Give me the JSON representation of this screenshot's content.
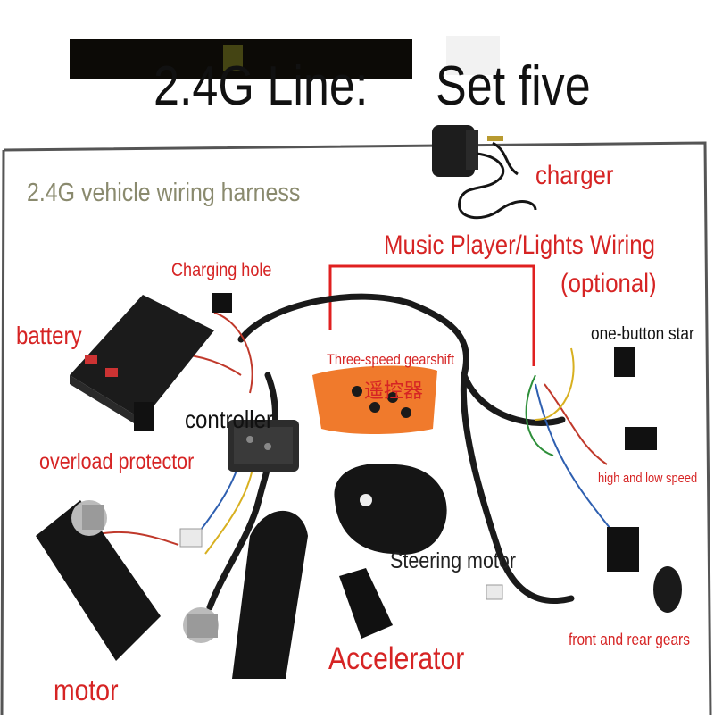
{
  "labels": {
    "title_left": "2.4G Line:",
    "title_right": "Set five",
    "subtitle": "2.4G vehicle wiring harness",
    "charger": "charger",
    "music": "Music Player/Lights Wiring",
    "optional": "(optional)",
    "charging_hole": "Charging hole",
    "battery": "battery",
    "one_button": "one-button star",
    "three_speed": "Three-speed gearshift",
    "controller": "controller",
    "overload": "overload protector",
    "high_low": "high and low speed",
    "steering": "Steering motor",
    "front_rear": "front and rear gears",
    "accelerator": "Accelerator",
    "motor": "motor"
  },
  "colors": {
    "label_red": "#d62424",
    "frame": "#555555",
    "wire": "#1a1a1a",
    "remote_orange": "#f07a2c",
    "bracket_red": "#e02020"
  }
}
